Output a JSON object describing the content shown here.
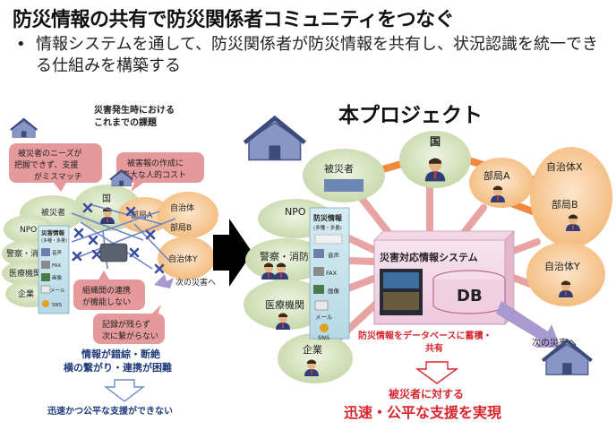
{
  "title": "防災情報の共有で防災関係者コミュニティをつなぐ",
  "bullet": {
    "marker": "•",
    "text": "情報システムを通して、防災関係者が防災情報を共有し、状況認識を統一できる仕組みを構築する"
  },
  "left": {
    "heading_line1": "災害発生時における",
    "heading_line2": "これまでの課題",
    "callout_needs": [
      "被災者のニーズが",
      "把握できず、支援",
      "がミスマッチ"
    ],
    "callout_cost": [
      "被害報の作成に",
      "膨大な人的コスト"
    ],
    "callout_coordination": [
      "組織間の連携",
      "が機能しない"
    ],
    "callout_records": [
      "記録が残らず",
      "次に繋がらない"
    ],
    "nodes": {
      "victims": "被災者",
      "country": "国",
      "dept_a": "部局A",
      "local_x": "自治体",
      "dept_b": "部局B",
      "local_y": "自治体Y",
      "npo": "NPO",
      "police": "警察・消防",
      "medical": "医療機関",
      "company": "企業",
      "next_disaster": "次の災害へ"
    },
    "info_panel": {
      "title": "災害情報",
      "sub": "(多種・多量)",
      "items": [
        "音声",
        "FAX",
        "画像",
        "メール",
        "SNS"
      ]
    },
    "summary_line1": "情報が錯綜・断絶",
    "summary_line2": "横の繋がり・連携が困難",
    "conclusion": "迅速かつ公平な支援ができない"
  },
  "right": {
    "heading": "本プロジェクト",
    "nodes": {
      "country": "国",
      "victims": "被災者",
      "dept_a": "部局A",
      "local_x": "自治体X",
      "dept_b": "部局B",
      "local_y": "自治体Y",
      "npo": "NPO",
      "police": "警察・消防",
      "medical": "医療機関",
      "company": "企業",
      "next_disaster": "次の災害へ"
    },
    "info_panel": {
      "title": "防災情報",
      "sub": "(多種・多量)",
      "items": [
        "音声",
        "FAX",
        "画像",
        "メール",
        "SNS"
      ]
    },
    "system_label": "災害対応情報システム",
    "db_label": "DB",
    "storage_line1": "防災情報をデータベースに蓄積・",
    "storage_line2": "共有",
    "result_line1": "被災者に対する",
    "result_line2": "迅速・公平な支援を実現"
  },
  "colors": {
    "accent_red": "#d8262e",
    "navy_text": "#1f3a7a",
    "callout_fill": "#e4989a",
    "orange_node": "#f5c28a",
    "green_node": "#d6e3bf",
    "teal_arrow": "#e98a8a",
    "orange_arrow": "#f08a3c",
    "purple_arrow": "#a89ad0"
  },
  "icons": [
    "house-icon",
    "person-icon",
    "envelope-icon",
    "phone-icon",
    "fax-icon",
    "camera-icon",
    "monitor-icon",
    "database-icon",
    "cross-mark-icon",
    "arrow-icon"
  ]
}
